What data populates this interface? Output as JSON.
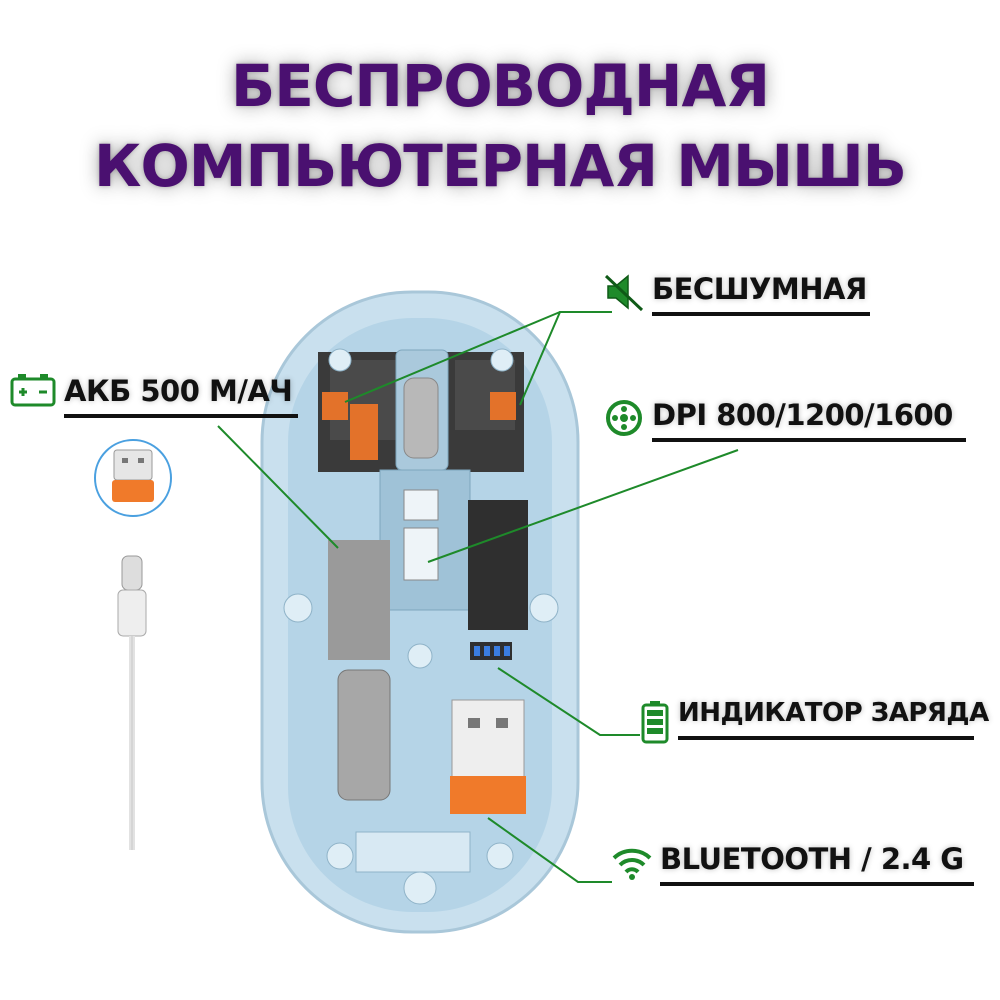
{
  "title": {
    "line1": "БЕСПРОВОДНАЯ",
    "line2": "КОМПЬЮТЕРНАЯ МЫШЬ"
  },
  "features": {
    "silent": "БЕСШУМНАЯ",
    "battery": "АКБ 500 М/АЧ",
    "dpi": "DPI 800/1200/1600",
    "charge_indicator": "ИНДИКАТОР ЗАРЯДА",
    "connectivity": "BLUETOOTH / 2.4 G"
  },
  "colors": {
    "title": "#4a1070",
    "accent_green": "#1e8a2a",
    "mouse_body": "#bcd9ea",
    "usb_orange": "#f07a2a"
  },
  "icons": [
    "mute-speaker-icon",
    "battery-icon",
    "dpi-gear-icon",
    "charge-level-icon",
    "wifi-signal-icon"
  ]
}
